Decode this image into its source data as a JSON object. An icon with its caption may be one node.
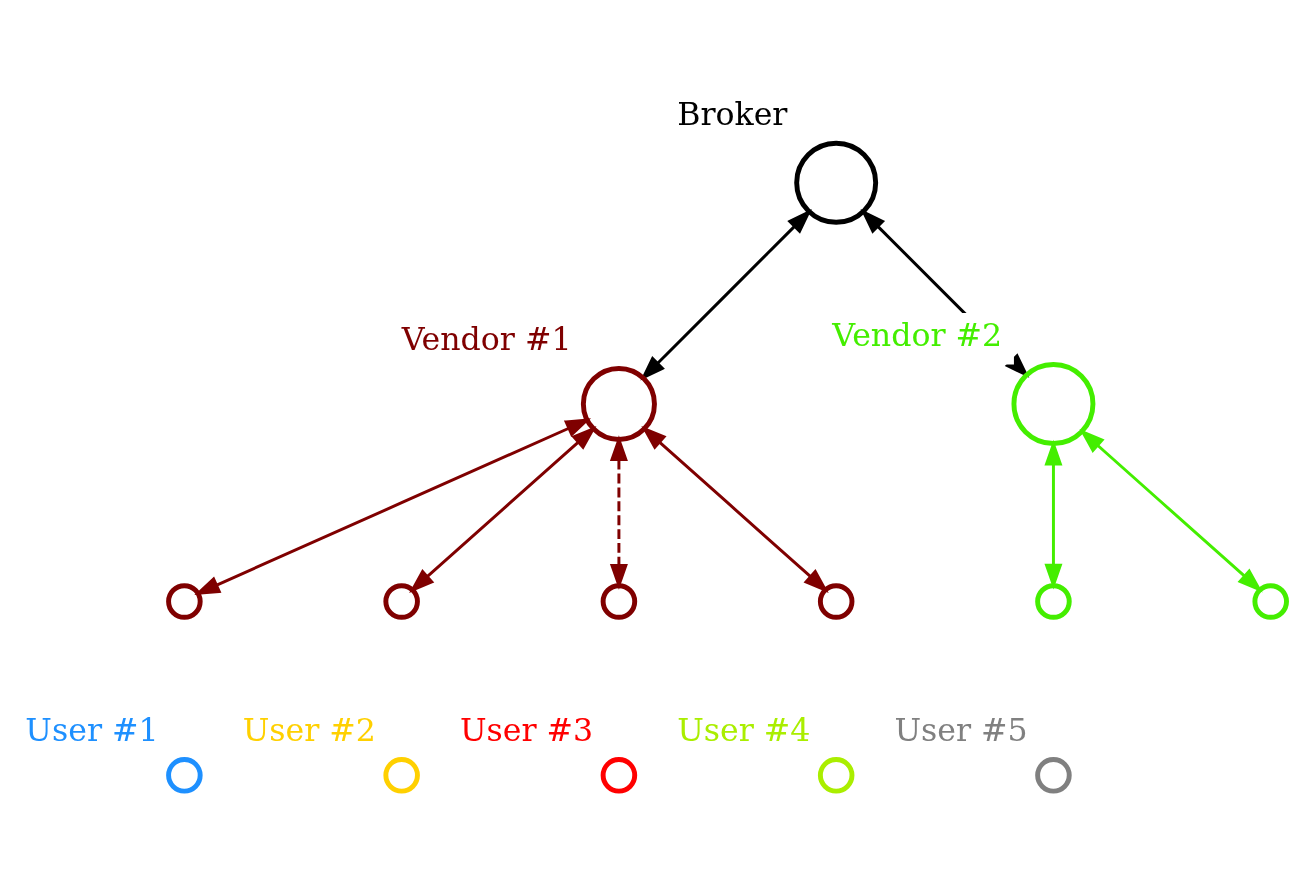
{
  "diagram": {
    "nodes": [
      {
        "text": [
          "Broker"
        ]
      },
      {
        "text": [
          "Vendor #1"
        ]
      },
      {
        "text": [
          "Vendor #2"
        ]
      },
      {
        "text": [],
        "shape": "circle"
      },
      {
        "text": [],
        "shape": "circle"
      },
      {
        "text": [],
        "shape": "circle"
      },
      {
        "text": [],
        "shape": "circle"
      },
      {
        "text": [],
        "shape": "circle"
      },
      {
        "text": [],
        "shape": "circle"
      },
      {
        "text": [
          "User #1"
        ]
      },
      {
        "text": [
          "User #2"
        ]
      },
      {
        "text": [
          "User #3"
        ]
      },
      {
        "text": [
          "User #4"
        ]
      },
      {
        "text": [
          "User #5"
        ]
      }
    ],
    "edges": [
      {
        "from": 0,
        "to": 1,
        "arrow": "both",
        "color": "#000000"
      },
      {
        "from": 0,
        "to": 2,
        "arrow": "both",
        "color": "#000000"
      },
      {
        "from": 1,
        "to": 3,
        "arrow": "both",
        "color": "#7f0000"
      },
      {
        "from": 1,
        "to": 4,
        "arrow": "both",
        "color": "#7f0000"
      },
      {
        "from": 1,
        "to": 5,
        "arrow": "both",
        "style": "dashed",
        "color": "#7f0000"
      },
      {
        "from": 1,
        "to": 6,
        "arrow": "both",
        "color": "#7f0000"
      },
      {
        "from": 2,
        "to": 7,
        "arrow": "both",
        "color": "#44ee00"
      },
      {
        "from": 2,
        "to": 8,
        "arrow": "both",
        "color": "#44ee00"
      }
    ]
  }
}
